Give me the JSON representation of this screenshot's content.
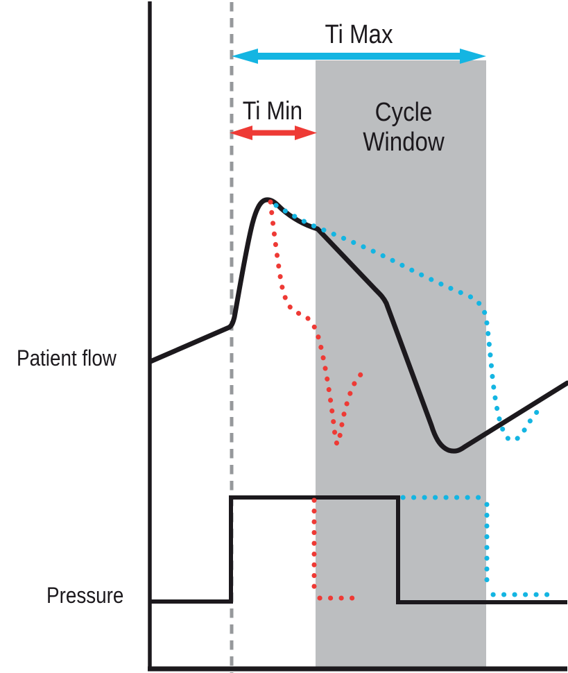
{
  "labels": {
    "ti_max": "Ti Max",
    "ti_min": "Ti Min",
    "cycle_window": "Cycle Window",
    "patient_flow": "Patient flow",
    "pressure": "Pressure"
  },
  "colors": {
    "ink": "#1c191d",
    "accent_cyan": "#14b5e2",
    "accent_red": "#ee3a35",
    "window_gray": "#bcbec0",
    "trigger_gray": "#96989b",
    "background": "#ffffff"
  },
  "annotations": {
    "ti_max_arrow": {
      "type": "double-headed-arrow",
      "color": "accent_cyan"
    },
    "ti_min_arrow": {
      "type": "double-headed-arrow",
      "color": "accent_red"
    },
    "trigger_line": {
      "type": "dashed-vertical-line",
      "color": "trigger_gray"
    },
    "cycle_window_region": {
      "type": "shaded-region",
      "color": "window_gray"
    }
  },
  "traces": [
    {
      "name": "patient-flow-solid",
      "style": "solid",
      "color": "ink"
    },
    {
      "name": "patient-flow-dotted-red",
      "style": "dotted",
      "color": "accent_red"
    },
    {
      "name": "patient-flow-dotted-cyan",
      "style": "dotted",
      "color": "accent_cyan"
    },
    {
      "name": "pressure-solid",
      "style": "solid",
      "color": "ink"
    },
    {
      "name": "pressure-dotted-red",
      "style": "dotted",
      "color": "accent_red"
    },
    {
      "name": "pressure-dotted-cyan",
      "style": "dotted",
      "color": "accent_cyan"
    }
  ]
}
